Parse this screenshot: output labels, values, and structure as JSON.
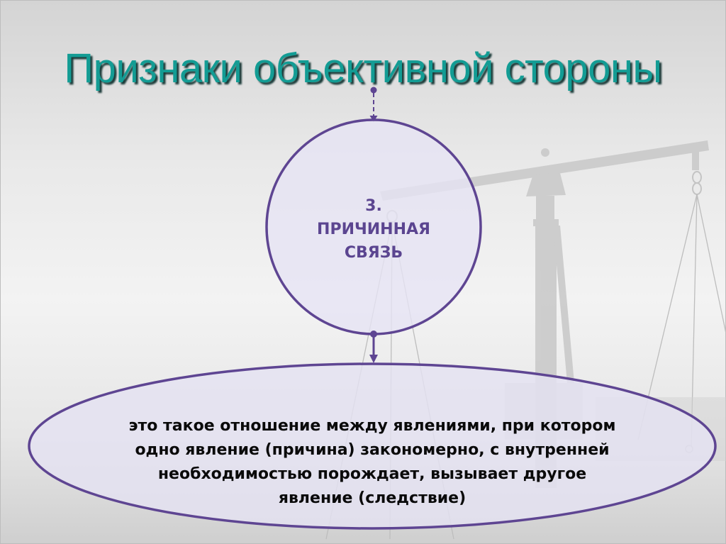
{
  "slide": {
    "title": "Признаки объективной стороны",
    "colors": {
      "title": "#139c94",
      "accent_stroke": "#5e4592",
      "shape_fill": "#e4e2f2",
      "body_text": "#0a0a0a",
      "circle_text": "#5b4590",
      "scale_silhouette": "#c8c8c8"
    },
    "circle": {
      "number": "3.",
      "line1": "ПРИЧИННАЯ",
      "line2": "СВЯЗЬ"
    },
    "definition": {
      "lines": [
        "это такое отношение между явлениями, при котором",
        "одно явление (причина) закономерно, с внутренней",
        "необходимостью порождает, вызывает другое",
        "явление (следствие)"
      ]
    },
    "background_image": "scales-of-justice-icon"
  }
}
